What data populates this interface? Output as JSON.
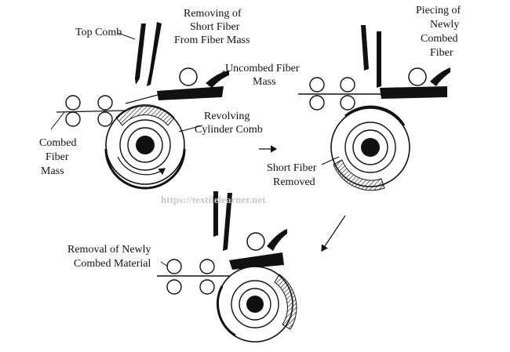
{
  "labels": {
    "top_comb": "Top Comb",
    "removing": [
      "Removing of",
      "Short Fiber",
      "From Fiber Mass"
    ],
    "uncombed": [
      "Uncombed Fiber",
      "Mass"
    ],
    "revolving": [
      "Revolving",
      "Cylinder Comb"
    ],
    "combed": [
      "Combed",
      "Fiber",
      "Mass"
    ],
    "piecing": [
      "Piecing of",
      "Newly",
      "Combed",
      "Fiber"
    ],
    "short_fiber_removed": [
      "Short Fiber",
      "Removed"
    ],
    "removal_newly": [
      "Removal of Newly",
      "Combed Material"
    ]
  },
  "watermark": "https://textilelearner.net",
  "colors": {
    "ink": "#111111",
    "watermark": "#c8c8c8"
  }
}
